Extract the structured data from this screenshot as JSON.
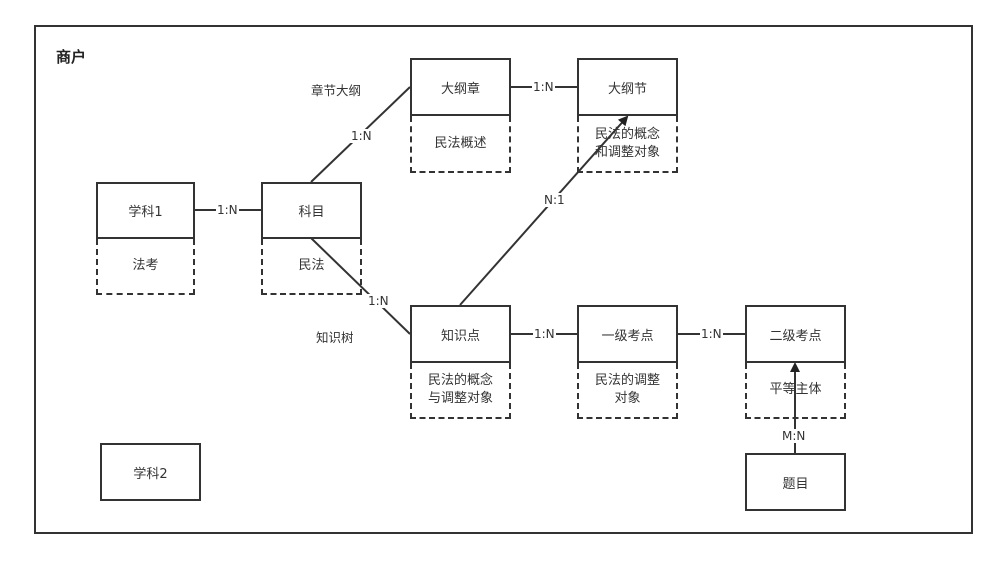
{
  "container": {
    "title": "商户"
  },
  "annotations": {
    "outline": "章节大纲",
    "tree": "知识树"
  },
  "entities": {
    "subject1": {
      "name": "学科1",
      "attr": "法考"
    },
    "course": {
      "name": "科目",
      "attr": "民法"
    },
    "chapter": {
      "name": "大纲章",
      "attr": "民法概述"
    },
    "section": {
      "name": "大纲节",
      "attr": "民法的概念\n和调整对象"
    },
    "knowledge": {
      "name": "知识点",
      "attr": "民法的概念\n与调整对象"
    },
    "point1": {
      "name": "一级考点",
      "attr": "民法的调整\n对象"
    },
    "point2": {
      "name": "二级考点",
      "attr": "平等主体"
    },
    "question": {
      "name": "题目"
    },
    "subject2": {
      "name": "学科2"
    }
  },
  "relations": {
    "subject1_course": "1:N",
    "course_chapter": "1:N",
    "chapter_section": "1:N",
    "course_knowledge": "1:N",
    "knowledge_section": "N:1",
    "knowledge_point1": "1:N",
    "point1_point2": "1:N",
    "question_point2": "M:N"
  }
}
